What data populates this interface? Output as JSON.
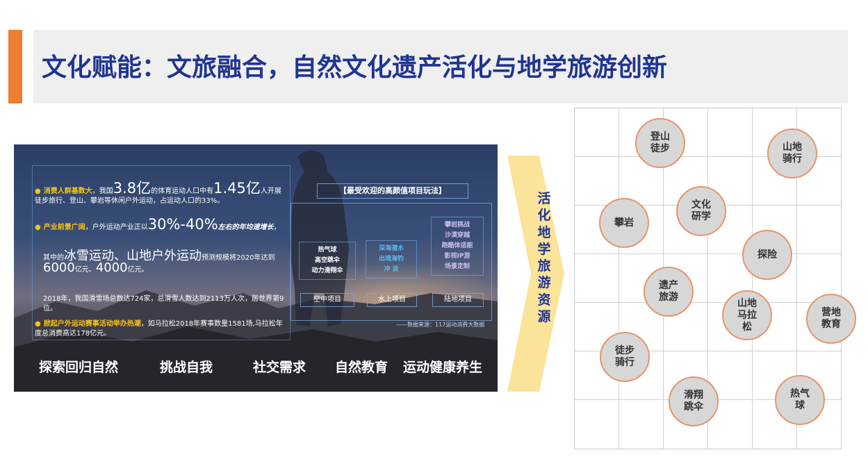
{
  "title": "文化赋能：文旅融合，自然文化遗产活化与地学旅游创新",
  "photo_panel": {
    "bullets": {
      "b1_label": "消费人群基数大",
      "b1_pre": "，我国",
      "b1_num1": "3.8亿",
      "b1_mid": "的体育运动人口中有",
      "b1_num2": "1.45亿",
      "b1_post": "人开展徒步旅行、登山、攀岩等休闲户外运动，占运动人口的33%。",
      "b2_label": "产业前景广阔",
      "b2_pre": "，户外运动产业正以",
      "b2_num": "30%-40%",
      "b2_em": "左右的年均速增长",
      "b2_post": "，",
      "b3_pre": "其中的",
      "b3_big1": "冰雪运动、山地户外运动",
      "b3_mid": "预测规模将2020年达到",
      "b3_num1": "6000",
      "b3_unit1": "亿元、",
      "b3_num2": "4000",
      "b3_unit2": "亿元。",
      "b4": "2018年，我国滑雪场总数达724家，总滑雪人数达到2113万人次，居世界第9位。",
      "b5_label": "掀起户外运动赛事活动举办热潮",
      "b5_post": "，如马拉松2018年赛事数量1581场,马拉松年度总消费高达178亿元。"
    },
    "projects_title": "【最受欢迎的高颜值项目玩法】",
    "col_air": [
      "热气球",
      "高空跳伞",
      "动力滑翔伞"
    ],
    "col_water": [
      "深海潜水",
      "出境海钓",
      "冲 浪"
    ],
    "col_land": [
      "攀岩挑战",
      "沙漠穿越",
      "跑酷体适能",
      "影视IP游",
      "场景定制"
    ],
    "categories": [
      "空中项目",
      "水上项目",
      "陆地项目"
    ],
    "source": "——数据来源：117运动消费大数据",
    "bottom_words": [
      "探索回归自然",
      "挑战自我",
      "社交需求",
      "自然教育",
      "运动健康养生"
    ]
  },
  "arrow_text": "活化地学旅游资源",
  "resources": [
    "登山\n徒步",
    "山地\n骑行",
    "文化\n研学",
    "攀岩",
    "探险",
    "遗产\n旅游",
    "山地\n马拉\n松",
    "营地\n教育",
    "徒步\n骑行",
    "滑翔\n跳伞",
    "热气\n球"
  ],
  "colors": {
    "title": "#1f3591",
    "accent": "#ec7d31",
    "arrow": "#fbe39a",
    "circle_fill": "#d7d7d7",
    "circle_border": "#e89468"
  }
}
